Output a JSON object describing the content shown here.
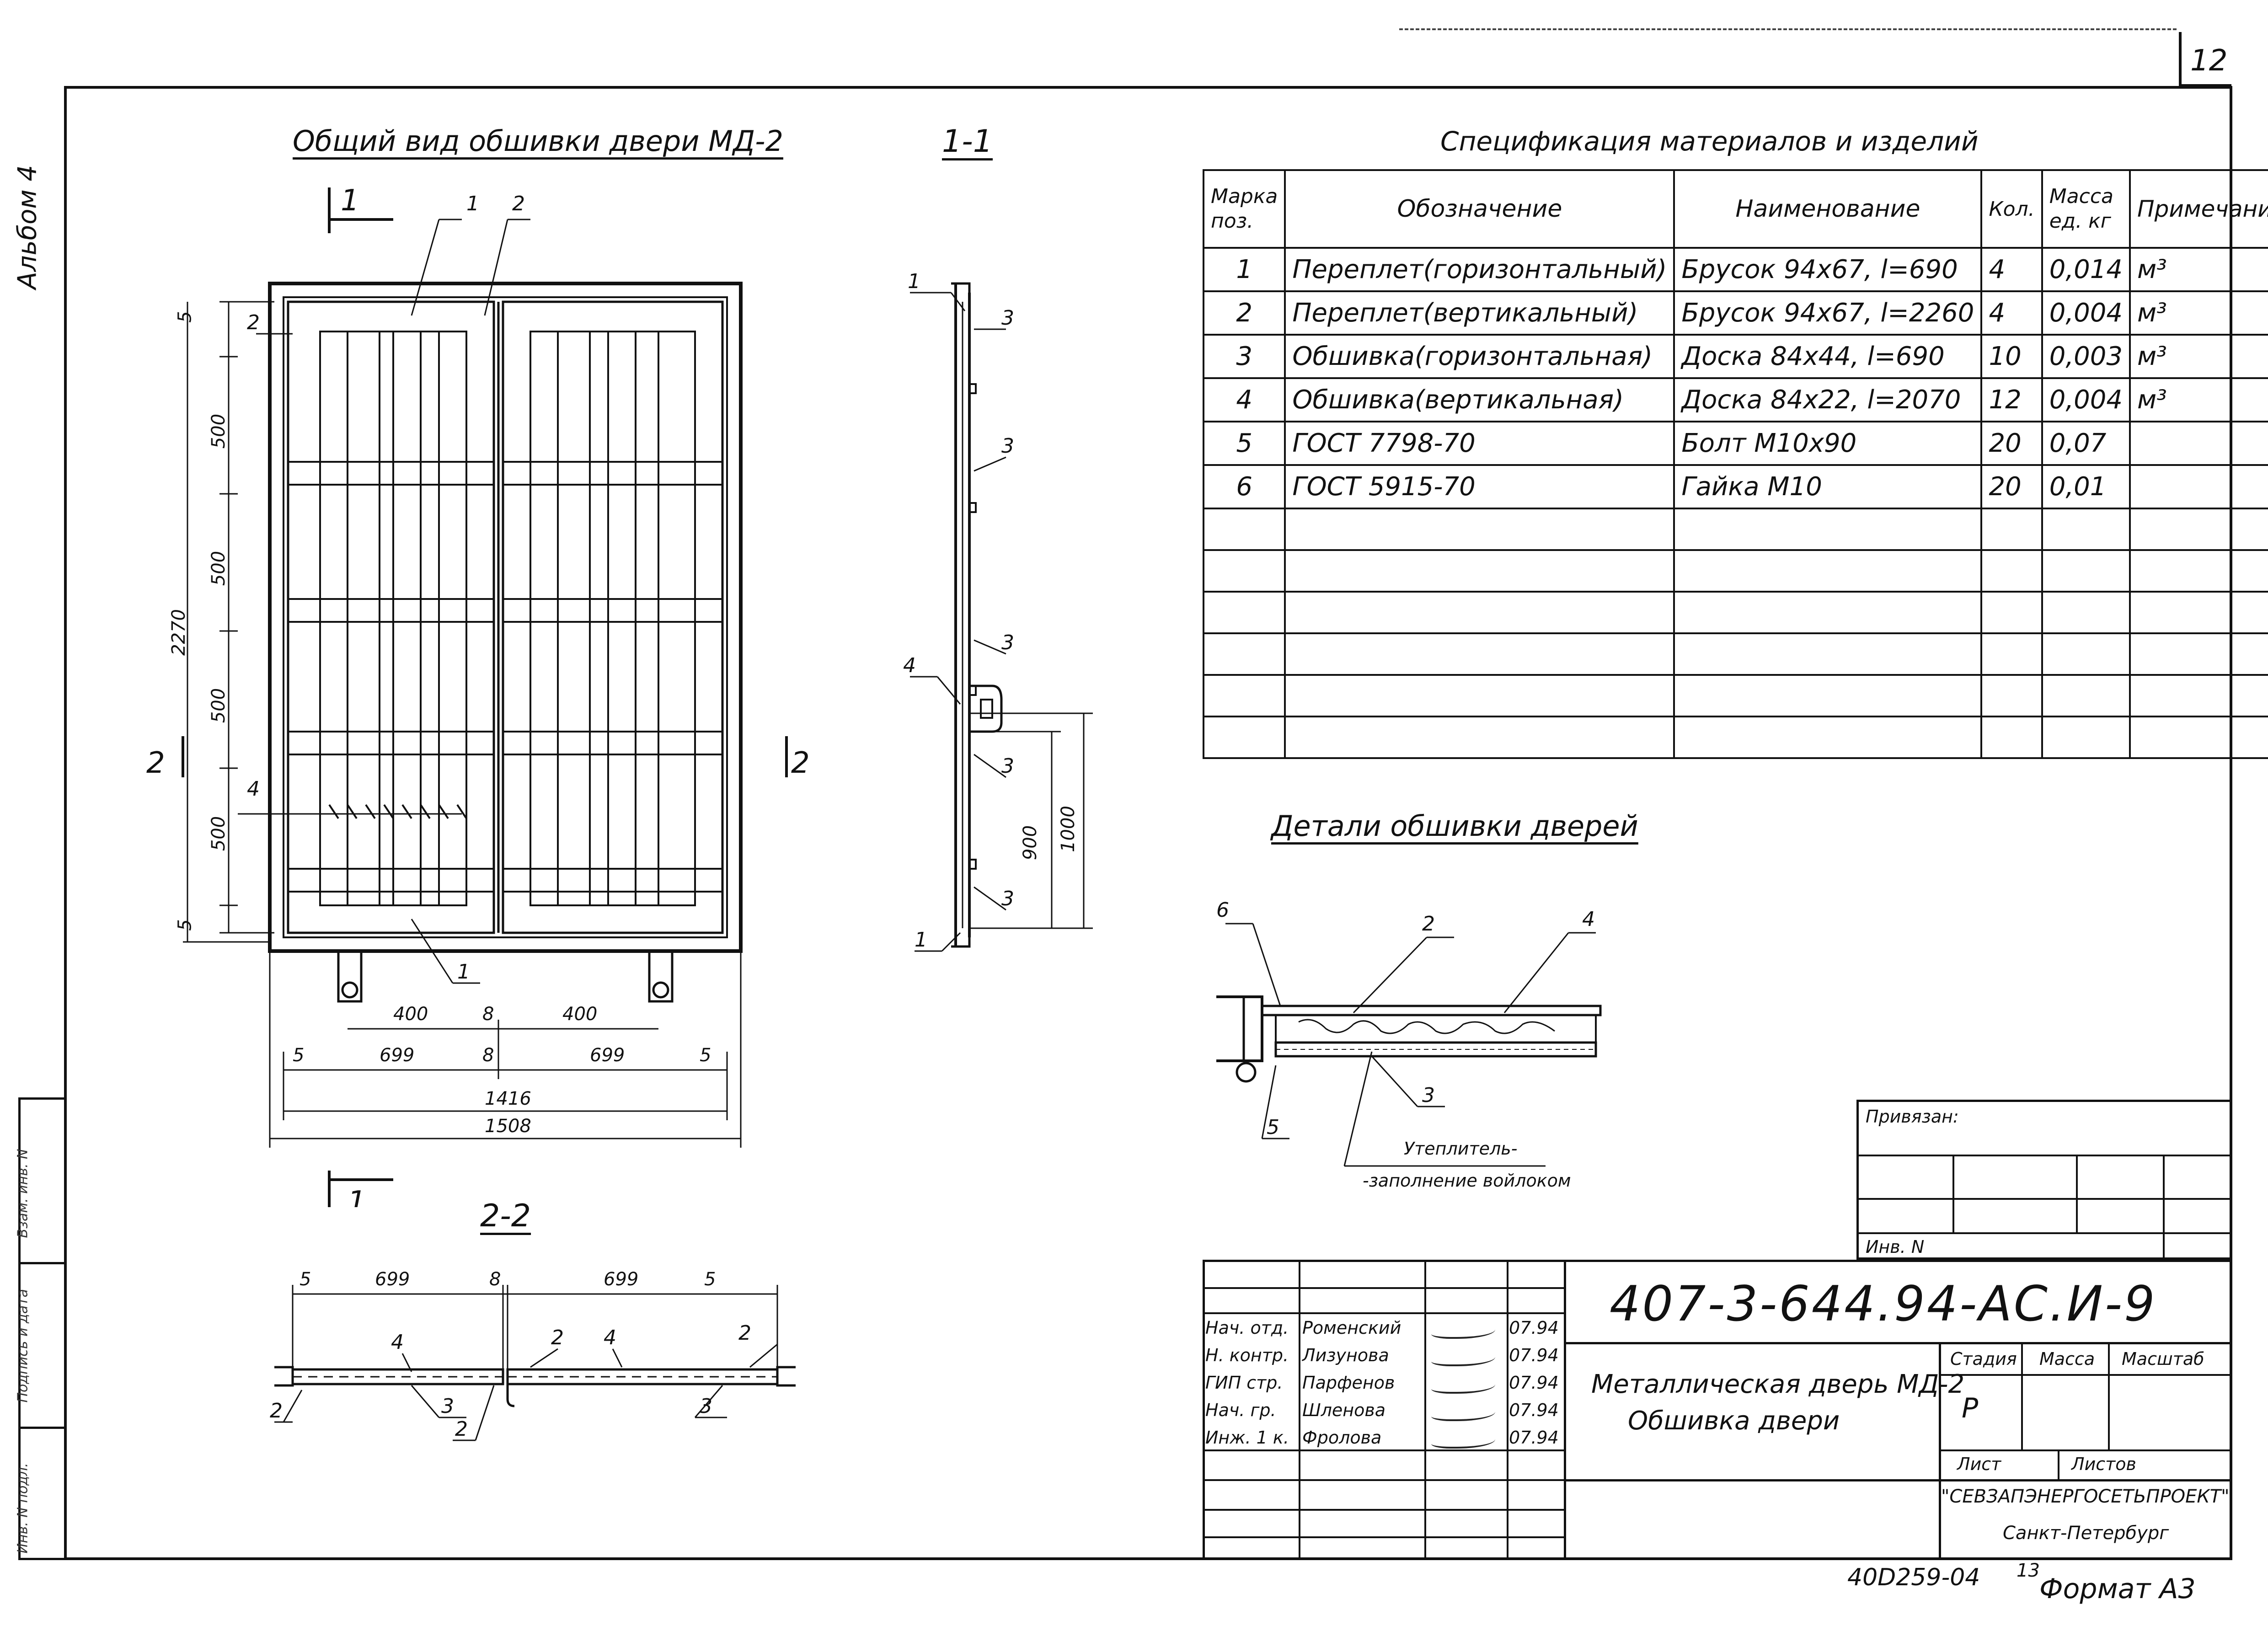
{
  "sheet": {
    "page_number": "12",
    "album_label": "Альбом 4",
    "format_label": "Формат А3",
    "archive_stamp": "40D259-04",
    "archive_page": "13",
    "side_stamp_labels": [
      "Инв. N подл.",
      "Подпись и дата",
      "Взам. инв. N"
    ]
  },
  "view_general": {
    "title": "Общий вид обшивки двери МД-2",
    "dims_vertical": [
      "5",
      "500",
      "500",
      "500",
      "500",
      "5"
    ],
    "dim_total_height": "2270",
    "dims_bottom_row1": [
      "400",
      "8",
      "400"
    ],
    "dims_bottom_row2": [
      "5",
      "699",
      "8",
      "699",
      "5"
    ],
    "dim_inner_width": "1416",
    "dim_outer_width": "1508",
    "callouts": [
      "1",
      "2",
      "2",
      "4",
      "1"
    ],
    "section_marks": [
      "1",
      "1",
      "2",
      "2"
    ]
  },
  "section_1_1": {
    "title": "1-1",
    "callouts": [
      "1",
      "3",
      "3",
      "3",
      "4",
      "3",
      "3",
      "1"
    ],
    "dims": [
      "900",
      "1000"
    ]
  },
  "section_2_2": {
    "title": "2-2",
    "dims": [
      "5",
      "699",
      "8",
      "699",
      "5"
    ],
    "callouts": [
      "2",
      "4",
      "3",
      "2",
      "2",
      "4",
      "2",
      "3"
    ]
  },
  "spec": {
    "title": "Спецификация материалов и изделий",
    "headers": [
      "Марка поз.",
      "Обозначение",
      "Наименование",
      "Кол.",
      "Масса ед. кг",
      "Примечание"
    ],
    "rows": [
      [
        "1",
        "Переплет(горизонтальный)",
        "Брусок 94х67, l=690",
        "4",
        "0,014",
        "м³"
      ],
      [
        "2",
        "Переплет(вертикальный)",
        "Брусок 94х67, l=2260",
        "4",
        "0,004",
        "м³"
      ],
      [
        "3",
        "Обшивка(горизонтальная)",
        "Доска 84х44, l=690",
        "10",
        "0,003",
        "м³"
      ],
      [
        "4",
        "Обшивка(вертикальная)",
        "Доска 84х22, l=2070",
        "12",
        "0,004",
        "м³"
      ],
      [
        "5",
        "ГОСТ 7798-70",
        "Болт М10х90",
        "20",
        "0,07",
        ""
      ],
      [
        "6",
        "ГОСТ 5915-70",
        "Гайка М10",
        "20",
        "0,01",
        ""
      ],
      [
        "",
        "",
        "",
        "",
        "",
        ""
      ],
      [
        "",
        "",
        "",
        "",
        "",
        ""
      ],
      [
        "",
        "",
        "",
        "",
        "",
        ""
      ],
      [
        "",
        "",
        "",
        "",
        "",
        ""
      ],
      [
        "",
        "",
        "",
        "",
        "",
        ""
      ],
      [
        "",
        "",
        "",
        "",
        "",
        ""
      ]
    ]
  },
  "details": {
    "title": "Детали обшивки дверей",
    "callouts": [
      "6",
      "2",
      "4",
      "3",
      "5"
    ],
    "insulation_note_1": "Утеплитель-",
    "insulation_note_2": "-заполнение войлоком"
  },
  "bound_box": {
    "label_bound": "Привязан:",
    "label_inv": "Инв. N"
  },
  "title_block": {
    "doc_code": "407-3-644.94-АС.И-9",
    "doc_name_line1": "Металлическая дверь МД-2",
    "doc_name_line2": "Обшивка двери",
    "stage_header": "Стадия",
    "mass_header": "Масса",
    "scale_header": "Масштаб",
    "stage_value": "Р",
    "sheet_header": "Лист",
    "sheets_header": "Листов",
    "org_name": "\"СЕВЗАПЭНЕРГОСЕТЬПРОЕКТ\"",
    "org_city": "Санкт-Петербург",
    "signatures": [
      {
        "role": "Нач. отд.",
        "name": "Роменский",
        "date": "07.94"
      },
      {
        "role": "Н. контр.",
        "name": "Лизунова",
        "date": "07.94"
      },
      {
        "role": "ГИП стр.",
        "name": "Парфенов",
        "date": "07.94"
      },
      {
        "role": "Нач. гр.",
        "name": "Шленова",
        "date": "07.94"
      },
      {
        "role": "Инж. 1 к.",
        "name": "Фролова",
        "date": "07.94"
      }
    ]
  }
}
